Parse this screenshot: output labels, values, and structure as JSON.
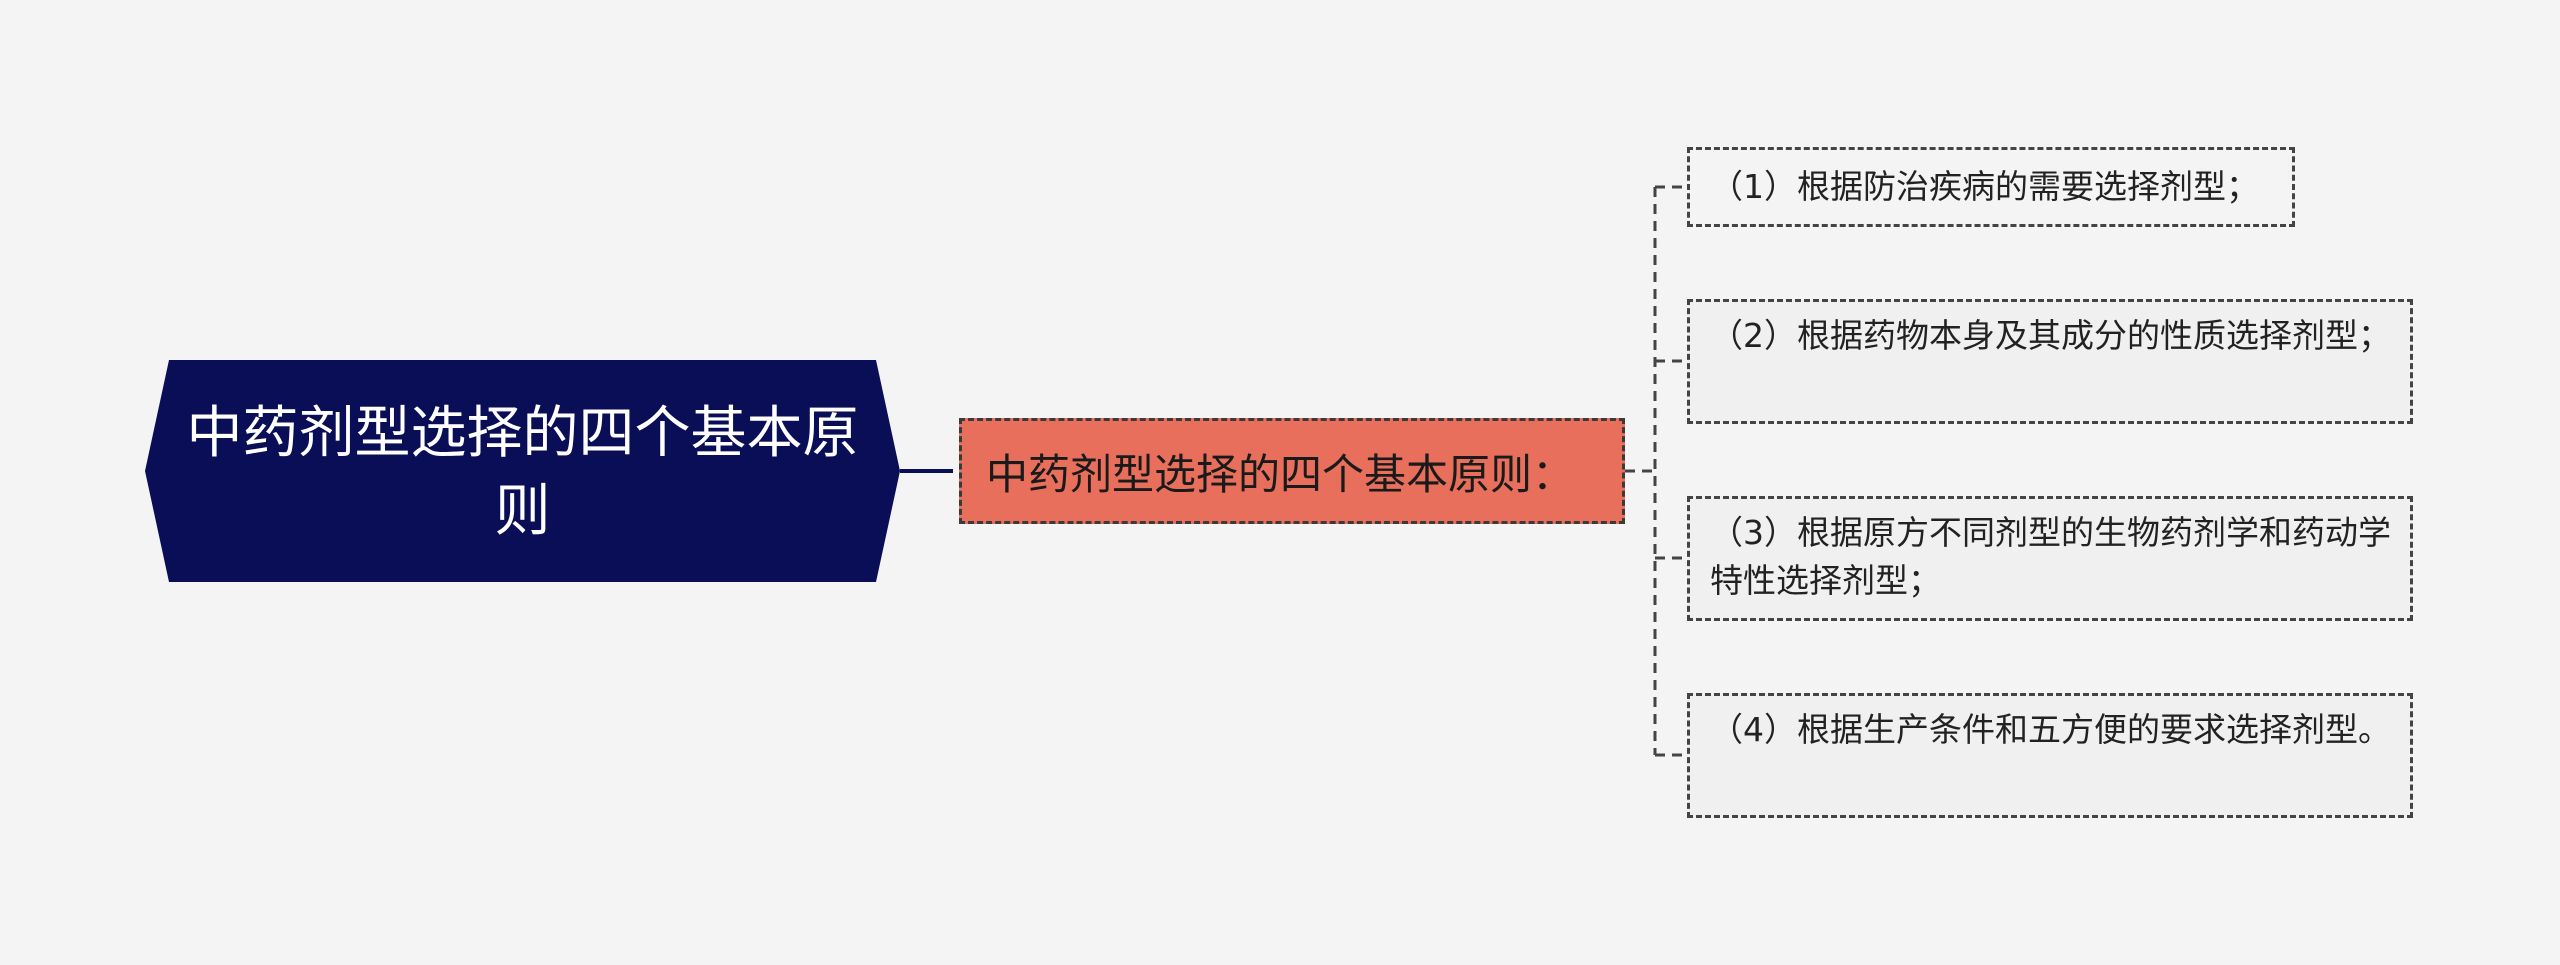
{
  "root": {
    "title": "中药剂型选择的四个基本原则"
  },
  "branch": {
    "label": "中药剂型选择的四个基本原则："
  },
  "leaves": [
    {
      "text": "（1）根据防治疾病的需要选择剂型；"
    },
    {
      "text": "（2）根据药物本身及其成分的性质选择剂型；"
    },
    {
      "text": "（3）根据原方不同剂型的生物药剂学和药动学特性选择剂型；"
    },
    {
      "text": "（4）根据生产条件和五方便的要求选择剂型。"
    }
  ],
  "colors": {
    "background": "#f4f4f4",
    "root_fill": "#0a0e56",
    "branch_fill": "#e86f5c",
    "connector": "#0a0e56",
    "dashed_border": "#444444"
  }
}
